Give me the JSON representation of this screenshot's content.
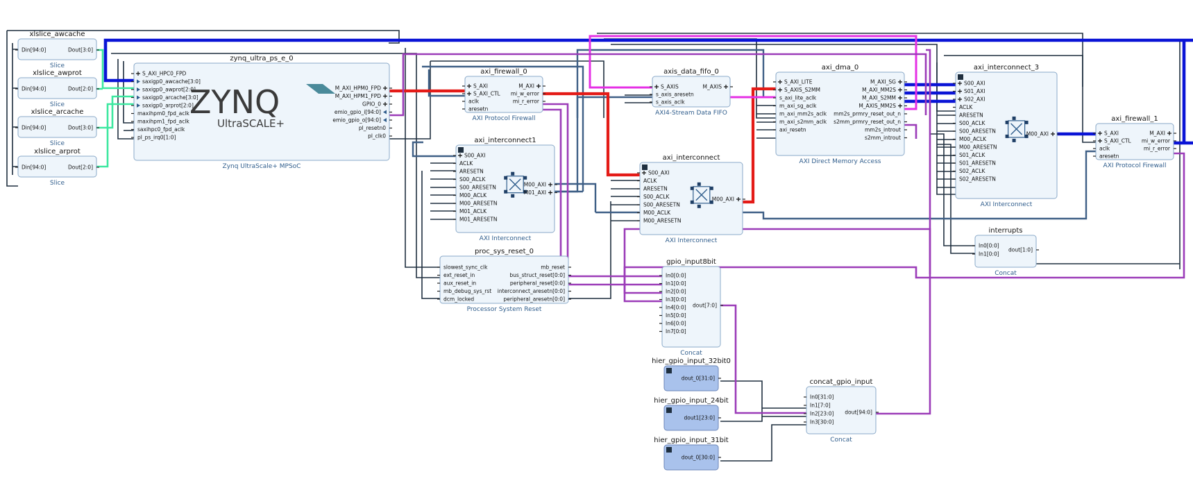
{
  "colors": {
    "block_fill": "#eef5fb",
    "block_border": "#8aa9c8",
    "hier_fill": "#a9c2ec",
    "subtitle": "#2f5d8c",
    "wire_dark": "#1f2f3f",
    "wire_steel": "#3e5f86",
    "wire_blue": "#0a14d6",
    "wire_red": "#e41b17",
    "wire_magenta": "#e530e5",
    "wire_purple": "#9b3bb8",
    "wire_green": "#3ce8a0"
  },
  "blocks": [
    {
      "id": "xlslice_awcache",
      "title": "xlslice_awcache",
      "subtitle": "Slice",
      "left": [
        {
          "label": "Din[94:0]"
        }
      ],
      "right": [
        {
          "label": "Dout[3:0]"
        }
      ]
    },
    {
      "id": "xlslice_awprot",
      "title": "xlslice_awprot",
      "subtitle": "Slice",
      "left": [
        {
          "label": "Din[94:0]"
        }
      ],
      "right": [
        {
          "label": "Dout[2:0]"
        }
      ]
    },
    {
      "id": "xlslice_arcache",
      "title": "xlslice_arcache",
      "subtitle": "Slice",
      "left": [
        {
          "label": "Din[94:0]"
        }
      ],
      "right": [
        {
          "label": "Dout[3:0]"
        }
      ]
    },
    {
      "id": "xlslice_arprot",
      "title": "xlslice_arprot",
      "subtitle": "Slice",
      "left": [
        {
          "label": "Din[94:0]"
        }
      ],
      "right": [
        {
          "label": "Dout[2:0]"
        }
      ]
    },
    {
      "id": "zynq",
      "title": "zynq_ultra_ps_e_0",
      "subtitle": "Zynq UltraScale+ MPSoC",
      "logo_main": "ZYNQ",
      "logo_sub": "UltraSCALE+",
      "left": [
        {
          "label": "S_AXI_HPC0_FPD",
          "mark": "plus"
        },
        {
          "label": "saxigp0_awcache[3:0]",
          "mark": "arrow"
        },
        {
          "label": "saxigp0_awprot[2:0]",
          "mark": "arrow"
        },
        {
          "label": "saxigp0_arcache[3:0]",
          "mark": "arrow"
        },
        {
          "label": "saxigp0_arprot[2:0]",
          "mark": "arrow"
        },
        {
          "label": "maxihpm0_fpd_aclk"
        },
        {
          "label": "maxihpm1_fpd_aclk"
        },
        {
          "label": "saxihpc0_fpd_aclk"
        },
        {
          "label": "pl_ps_irq0[1:0]"
        }
      ],
      "right": [
        {
          "label": "M_AXI_HPM0_FPD",
          "mark": "plus"
        },
        {
          "label": "M_AXI_HPM1_FPD",
          "mark": "plus"
        },
        {
          "label": "GPIO_0",
          "mark": "plus"
        },
        {
          "label": "emio_gpio_i[94:0]",
          "mark": "arrow"
        },
        {
          "label": "emio_gpio_o[94:0]",
          "mark": "arrow"
        },
        {
          "label": "pl_resetn0"
        },
        {
          "label": "pl_clk0"
        }
      ]
    },
    {
      "id": "axi_firewall_0",
      "title": "axi_firewall_0",
      "subtitle": "AXI Protocol Firewall",
      "left": [
        {
          "label": "S_AXI",
          "mark": "plus"
        },
        {
          "label": "S_AXI_CTL",
          "mark": "plus"
        },
        {
          "label": "aclk"
        },
        {
          "label": "aresetn"
        }
      ],
      "right": [
        {
          "label": "M_AXI",
          "mark": "plus"
        },
        {
          "label": "mi_w_error"
        },
        {
          "label": "mi_r_error"
        }
      ]
    },
    {
      "id": "axi_interconnect1",
      "title": "axi_interconnect1",
      "subtitle": "AXI Interconnect",
      "left": [
        {
          "label": "S00_AXI",
          "mark": "plus"
        },
        {
          "label": "ACLK"
        },
        {
          "label": "ARESETN"
        },
        {
          "label": "S00_ACLK"
        },
        {
          "label": "S00_ARESETN"
        },
        {
          "label": "M00_ACLK"
        },
        {
          "label": "M00_ARESETN"
        },
        {
          "label": "M01_ACLK"
        },
        {
          "label": "M01_ARESETN"
        }
      ],
      "right": [
        {
          "label": "M00_AXI",
          "mark": "plus"
        },
        {
          "label": "M01_AXI",
          "mark": "plus"
        }
      ]
    },
    {
      "id": "proc_sys_reset_0",
      "title": "proc_sys_reset_0",
      "subtitle": "Processor System Reset",
      "left": [
        {
          "label": "slowest_sync_clk"
        },
        {
          "label": "ext_reset_in"
        },
        {
          "label": "aux_reset_in"
        },
        {
          "label": "mb_debug_sys_rst"
        },
        {
          "label": "dcm_locked"
        }
      ],
      "right": [
        {
          "label": "mb_reset"
        },
        {
          "label": "bus_struct_reset[0:0]"
        },
        {
          "label": "peripheral_reset[0:0]"
        },
        {
          "label": "interconnect_aresetn[0:0]"
        },
        {
          "label": "peripheral_aresetn[0:0]"
        }
      ]
    },
    {
      "id": "axis_data_fifo_0",
      "title": "axis_data_fifo_0",
      "subtitle": "AXI4-Stream Data FIFO",
      "left": [
        {
          "label": "S_AXIS",
          "mark": "plus"
        },
        {
          "label": "s_axis_aresetn"
        },
        {
          "label": "s_axis_aclk"
        }
      ],
      "right": [
        {
          "label": "M_AXIS",
          "mark": "plus"
        }
      ]
    },
    {
      "id": "axi_interconnect",
      "title": "axi_interconnect",
      "subtitle": "AXI Interconnect",
      "left": [
        {
          "label": "S00_AXI",
          "mark": "plus"
        },
        {
          "label": "ACLK"
        },
        {
          "label": "ARESETN"
        },
        {
          "label": "S00_ACLK"
        },
        {
          "label": "S00_ARESETN"
        },
        {
          "label": "M00_ACLK"
        },
        {
          "label": "M00_ARESETN"
        }
      ],
      "right": [
        {
          "label": "M00_AXI",
          "mark": "plus"
        }
      ]
    },
    {
      "id": "gpio_input8bit",
      "title": "gpio_input8bit",
      "subtitle": "Concat",
      "left": [
        {
          "label": "In0[0:0]"
        },
        {
          "label": "In1[0:0]"
        },
        {
          "label": "In2[0:0]"
        },
        {
          "label": "In3[0:0]"
        },
        {
          "label": "In4[0:0]"
        },
        {
          "label": "In5[0:0]"
        },
        {
          "label": "In6[0:0]"
        },
        {
          "label": "In7[0:0]"
        }
      ],
      "right": [
        {
          "label": "dout[7:0]"
        }
      ]
    },
    {
      "id": "axi_dma_0",
      "title": "axi_dma_0",
      "subtitle": "AXI Direct Memory Access",
      "left": [
        {
          "label": "S_AXI_LITE",
          "mark": "plus"
        },
        {
          "label": "S_AXIS_S2MM",
          "mark": "plus"
        },
        {
          "label": "s_axi_lite_aclk"
        },
        {
          "label": "m_axi_sg_aclk"
        },
        {
          "label": "m_axi_mm2s_aclk"
        },
        {
          "label": "m_axi_s2mm_aclk"
        },
        {
          "label": "axi_resetn"
        }
      ],
      "right": [
        {
          "label": "M_AXI_SG",
          "mark": "plus"
        },
        {
          "label": "M_AXI_MM2S",
          "mark": "plus"
        },
        {
          "label": "M_AXI_S2MM",
          "mark": "plus"
        },
        {
          "label": "M_AXIS_MM2S",
          "mark": "plus"
        },
        {
          "label": "mm2s_prmry_reset_out_n"
        },
        {
          "label": "s2mm_prmry_reset_out_n"
        },
        {
          "label": "mm2s_introut"
        },
        {
          "label": "s2mm_introut"
        }
      ]
    },
    {
      "id": "axi_interconnect_3",
      "title": "axi_interconnect_3",
      "subtitle": "AXI Interconnect",
      "left": [
        {
          "label": "S00_AXI",
          "mark": "plus"
        },
        {
          "label": "S01_AXI",
          "mark": "plus"
        },
        {
          "label": "S02_AXI",
          "mark": "plus"
        },
        {
          "label": "ACLK"
        },
        {
          "label": "ARESETN"
        },
        {
          "label": "S00_ACLK"
        },
        {
          "label": "S00_ARESETN"
        },
        {
          "label": "M00_ACLK"
        },
        {
          "label": "M00_ARESETN"
        },
        {
          "label": "S01_ACLK"
        },
        {
          "label": "S01_ARESETN"
        },
        {
          "label": "S02_ACLK"
        },
        {
          "label": "S02_ARESETN"
        }
      ],
      "right": [
        {
          "label": "M00_AXI",
          "mark": "plus"
        }
      ]
    },
    {
      "id": "axi_firewall_1",
      "title": "axi_firewall_1",
      "subtitle": "AXI Protocol Firewall",
      "left": [
        {
          "label": "S_AXI",
          "mark": "plus"
        },
        {
          "label": "S_AXI_CTL",
          "mark": "plus"
        },
        {
          "label": "aclk"
        },
        {
          "label": "aresetn"
        }
      ],
      "right": [
        {
          "label": "M_AXI",
          "mark": "plus"
        },
        {
          "label": "mi_w_error"
        },
        {
          "label": "mi_r_error"
        }
      ]
    },
    {
      "id": "interrupts",
      "title": "interrupts",
      "subtitle": "Concat",
      "left": [
        {
          "label": "In0[0:0]"
        },
        {
          "label": "In1[0:0]"
        }
      ],
      "right": [
        {
          "label": "dout[1:0]"
        }
      ]
    },
    {
      "id": "hier32",
      "title": "hier_gpio_input_32bit0",
      "subtitle": "",
      "hier": true,
      "left": [],
      "right": [
        {
          "label": "dout_0[31:0]"
        }
      ]
    },
    {
      "id": "hier24",
      "title": "hier_gpio_input_24bit",
      "subtitle": "",
      "hier": true,
      "left": [],
      "right": [
        {
          "label": "dout1[23:0]"
        }
      ]
    },
    {
      "id": "hier31",
      "title": "hier_gpio_input_31bit",
      "subtitle": "",
      "hier": true,
      "left": [],
      "right": [
        {
          "label": "dout_0[30:0]"
        }
      ]
    },
    {
      "id": "concat_gpio_input",
      "title": "concat_gpio_input",
      "subtitle": "Concat",
      "left": [
        {
          "label": "In0[31:0]"
        },
        {
          "label": "In1[7:0]"
        },
        {
          "label": "In2[23:0]"
        },
        {
          "label": "In3[30:0]"
        }
      ],
      "right": [
        {
          "label": "dout[94:0]"
        }
      ]
    }
  ]
}
